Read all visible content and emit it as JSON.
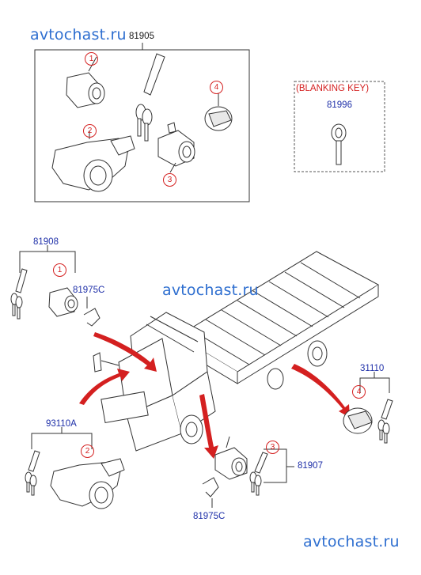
{
  "watermarks": {
    "top_left": "avtochast.ru",
    "center": "avtochast.ru",
    "bottom_right": "avtochast.ru"
  },
  "parts": {
    "p81905": "81905",
    "p81996": "81996",
    "blanking_key": "(BLANKING KEY)",
    "p81908": "81908",
    "p81975c_top": "81975C",
    "p31110": "31110",
    "p93110a": "93110A",
    "p81907": "81907",
    "p81975c_bottom": "81975C"
  },
  "callouts": {
    "c1_top": "1",
    "c2_top": "2",
    "c3_top": "3",
    "c4_top": "4",
    "c1_left": "1",
    "c2_left": "2",
    "c3_bottom": "3",
    "c4_right": "4"
  },
  "colors": {
    "watermark": "#2f6fd0",
    "part_number": "#1e2fa8",
    "callout": "#d42020",
    "arrow": "#d42020",
    "line": "#333333"
  }
}
